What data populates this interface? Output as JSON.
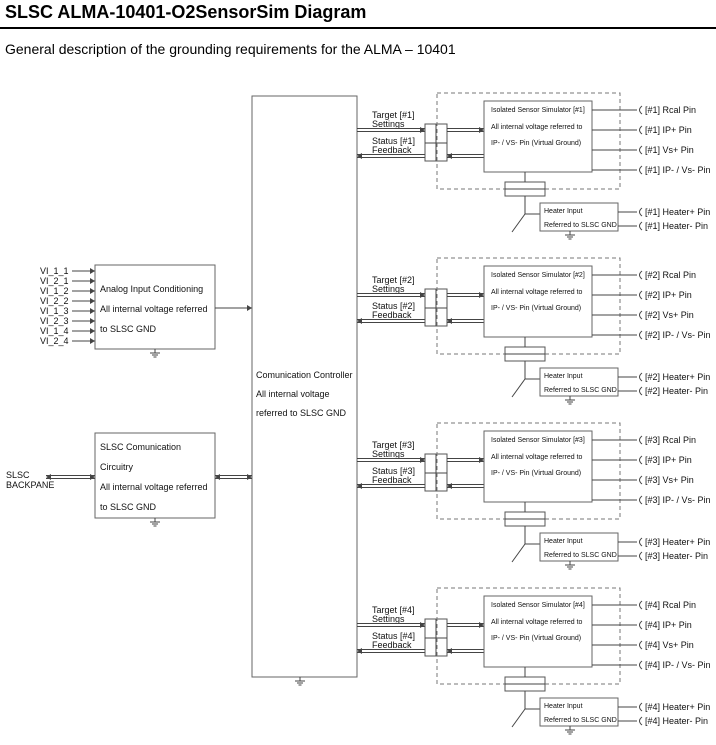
{
  "header": {
    "title": "SLSC ALMA-10401-O2SensorSim Diagram",
    "subtitle": "General description of the grounding requirements for the ALMA – 10401"
  },
  "analog_block": {
    "inputs": [
      "VI_1_1",
      "VI_2_1",
      "VI_1_2",
      "VI_2_2",
      "VI_1_3",
      "VI_2_3",
      "VI_1_4",
      "VI_2_4"
    ],
    "lines": [
      "Analog Input Conditioning",
      "All internal voltage referred",
      "to SLSC GND"
    ]
  },
  "comm_block": {
    "lines": [
      "SLSC Comunication",
      "Circuitry",
      "All internal voltage referred",
      "to SLSC GND"
    ]
  },
  "backplane_label": [
    "SLSC",
    "BACKPANE"
  ],
  "controller": {
    "lines": [
      "Comunication Controller",
      "All internal voltage",
      "referred to SLSC GND"
    ]
  },
  "simulators": [
    {
      "target": [
        "Target [#1]",
        "Settings"
      ],
      "status": [
        "Status [#1]",
        "Feedback"
      ],
      "sim_title": "Isolated Sensor Simulator [#1]",
      "sim_lines": [
        "All internal voltage referred to",
        "IP- / VS- Pin (Virtual Ground)"
      ],
      "pins": [
        "[#1] Rcal Pin",
        "[#1] IP+ Pin",
        "[#1] Vs+ Pin",
        "[#1] IP- / Vs- Pin"
      ],
      "heater_lines": [
        "Heater Input",
        "Referred to SLSC GND"
      ],
      "heater_pins": [
        "[#1] Heater+ Pin",
        "[#1] Heater- Pin"
      ]
    },
    {
      "target": [
        "Target [#2]",
        "Settings"
      ],
      "status": [
        "Status [#2]",
        "Feedback"
      ],
      "sim_title": "Isolated Sensor Simulator [#2]",
      "sim_lines": [
        "All internal voltage referred to",
        "IP- / VS- Pin (Virtual Ground)"
      ],
      "pins": [
        "[#2] Rcal Pin",
        "[#2] IP+ Pin",
        "[#2] Vs+ Pin",
        "[#2] IP- / Vs- Pin"
      ],
      "heater_lines": [
        "Heater Input",
        "Referred to SLSC GND"
      ],
      "heater_pins": [
        "[#2] Heater+ Pin",
        "[#2] Heater- Pin"
      ]
    },
    {
      "target": [
        "Target [#3]",
        "Settings"
      ],
      "status": [
        "Status [#3]",
        "Feedback"
      ],
      "sim_title": "Isolated Sensor Simulator [#3]",
      "sim_lines": [
        "All internal voltage referred to",
        "IP- / VS- Pin (Virtual Ground)"
      ],
      "pins": [
        "[#3] Rcal Pin",
        "[#3] IP+ Pin",
        "[#3] Vs+ Pin",
        "[#3] IP- / Vs- Pin"
      ],
      "heater_lines": [
        "Heater Input",
        "Referred to SLSC GND"
      ],
      "heater_pins": [
        "[#3] Heater+ Pin",
        "[#3] Heater- Pin"
      ]
    },
    {
      "target": [
        "Target [#4]",
        "Settings"
      ],
      "status": [
        "Status [#4]",
        "Feedback"
      ],
      "sim_title": "Isolated Sensor Simulator [#4]",
      "sim_lines": [
        "All internal voltage referred to",
        "IP- / VS- Pin (Virtual Ground)"
      ],
      "pins": [
        "[#4] Rcal Pin",
        "[#4] IP+ Pin",
        "[#4] Vs+ Pin",
        "[#4] IP- / Vs- Pin"
      ],
      "heater_lines": [
        "Heater Input",
        "Referred to SLSC GND"
      ],
      "heater_pins": [
        "[#4] Heater+ Pin",
        "[#4] Heater- Pin"
      ]
    }
  ]
}
